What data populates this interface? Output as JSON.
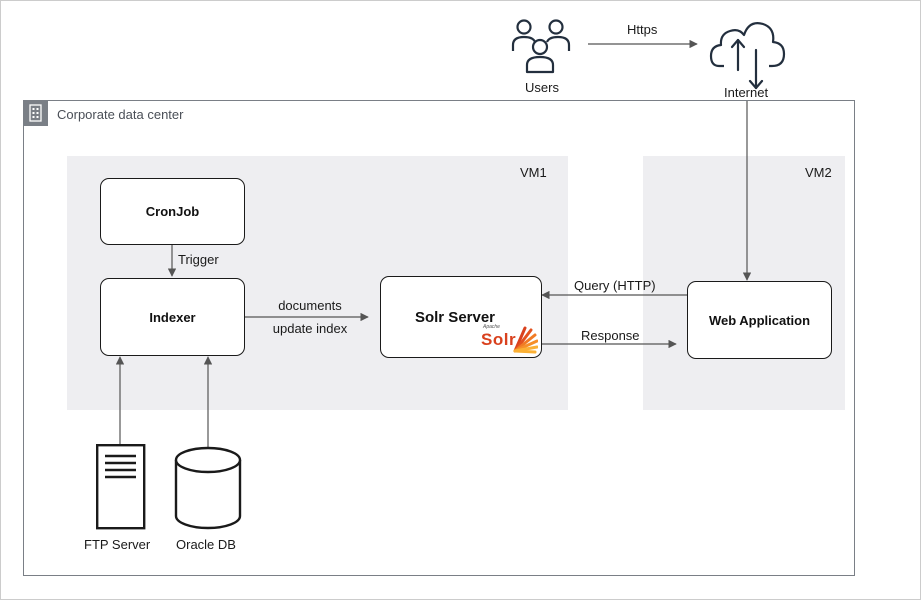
{
  "users": {
    "label": "Users",
    "icon": "users-icon"
  },
  "internet": {
    "label": "Internet",
    "icon": "cloud-upload-icon"
  },
  "https_label": "Https",
  "datacenter": {
    "label": "Corporate data center",
    "icon": "building-icon",
    "border_color": "#7a7f86"
  },
  "vm1": {
    "label": "VM1",
    "bg": "#eeeef1"
  },
  "vm2": {
    "label": "VM2",
    "bg": "#eeeef1"
  },
  "nodes": {
    "cronjob": "CronJob",
    "indexer": "Indexer",
    "solr": "Solr Server",
    "webapp": "Web Application"
  },
  "solr_logo": {
    "apache": "Apache",
    "text": "Solr",
    "colors": [
      "#d9411e",
      "#f17b24",
      "#fbb034"
    ]
  },
  "edges": {
    "trigger": "Trigger",
    "documents": "documents",
    "update_index": "update index",
    "query": "Query (HTTP)",
    "response": "Response"
  },
  "sources": {
    "ftp": {
      "label": "FTP Server",
      "icon": "server-icon"
    },
    "oracle": {
      "label": "Oracle DB",
      "icon": "database-icon"
    }
  }
}
